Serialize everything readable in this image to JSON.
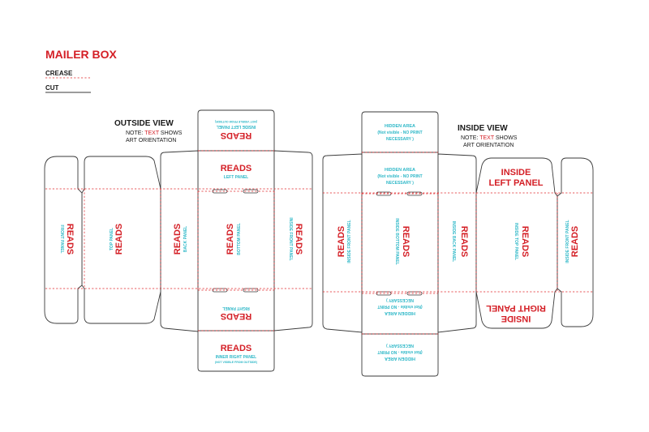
{
  "title": "MAILER BOX",
  "legend": {
    "crease": "CREASE",
    "cut": "CUT"
  },
  "outside": {
    "heading": "OUTSIDE VIEW",
    "note_prefix": "NOTE: ",
    "note_highlight": "TEXT",
    "note_suffix": " SHOWS",
    "note_line2": "ART ORIENTATION",
    "reads": "READS",
    "top_flap_sub": "INSIDE LEFT PANEL",
    "top_flap_sub2": "(NOT VISIBLE FROM OUTSIDE)",
    "left_panel_sub": "LEFT PANEL",
    "front_panel_sub": "FRONT PANEL",
    "top_panel_sub": "TOP PANEL",
    "back_panel_sub": "BACK PANEL",
    "bottom_panel_sub": "BOTTOM PANEL",
    "inside_front_sub": "INSIDE FRONT PANEL",
    "right_panel_sub": "RIGHT PANEL",
    "inner_right_sub": "INNER RIGHT PANEL",
    "inner_right_sub2": "(NOT VISIBLE FROM OUTSIDE)"
  },
  "inside": {
    "heading": "INSIDE VIEW",
    "note_prefix": "NOTE: ",
    "note_highlight": "TEXT",
    "note_suffix": " SHOWS",
    "note_line2": "ART ORIENTATION",
    "reads": "READS",
    "hidden_title": "HIDDEN AREA",
    "hidden_line2": "(Not visible - NO PRINT",
    "hidden_line3": "NECESSARY )",
    "inside_front_sub": "INSIDE FRONT PANEL",
    "inside_bottom_sub": "INSIDE BOTTOM PANEL",
    "inside_back_sub": "INSIDE BACK PANEL",
    "inside_top_sub": "INSIDE TOP PANEL",
    "inside_front2_sub": "INSIDE FRONT PANEL",
    "left_inside_line1": "INSIDE",
    "left_inside_line2": "LEFT PANEL",
    "right_inside_line1": "INSIDE",
    "right_inside_line2": "RIGHT PANEL"
  },
  "colors": {
    "crease": "#e0262a",
    "reads": "#d41f26",
    "sub": "#2fb8c8",
    "outline": "#3a3a3a"
  }
}
